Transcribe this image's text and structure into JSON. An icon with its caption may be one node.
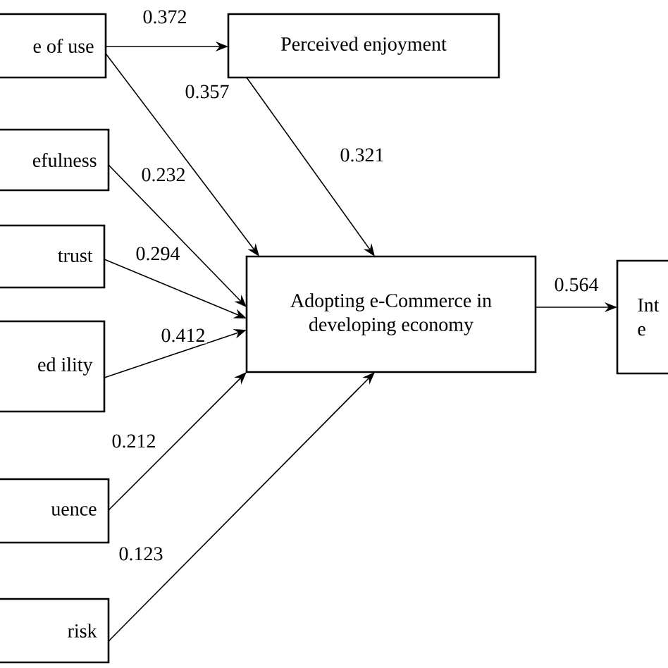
{
  "diagram": {
    "nodes": [
      {
        "text": [
          "e of use"
        ]
      },
      {
        "text": [
          "efulness"
        ]
      },
      {
        "text": [
          "trust"
        ]
      },
      {
        "text": [
          "ed ility"
        ]
      },
      {
        "text": [
          "uence"
        ]
      },
      {
        "text": [
          "risk"
        ]
      },
      {
        "text": [
          "Perceived enjoyment"
        ]
      },
      {
        "text": [
          "Adopting e-Commerce in developing economy"
        ]
      },
      {
        "text": [
          "Int e"
        ]
      }
    ],
    "edges": [
      {
        "from": 0,
        "to": 6,
        "arrow": "to",
        "label": "0.372"
      },
      {
        "from": 0,
        "to": 7,
        "arrow": "to",
        "label": "0.357"
      },
      {
        "from": 1,
        "to": 7,
        "arrow": "to",
        "label": "0.232"
      },
      {
        "from": 2,
        "to": 7,
        "arrow": "to",
        "label": "0.294"
      },
      {
        "from": 3,
        "to": 7,
        "arrow": "to",
        "label": "0.412"
      },
      {
        "from": 4,
        "to": 7,
        "arrow": "to",
        "label": "0.212"
      },
      {
        "from": 5,
        "to": 7,
        "arrow": "to",
        "label": "0.123"
      },
      {
        "from": 6,
        "to": 7,
        "arrow": "to",
        "label": "0.321"
      },
      {
        "from": 7,
        "to": 8,
        "arrow": "to",
        "label": "0.564"
      }
    ]
  }
}
